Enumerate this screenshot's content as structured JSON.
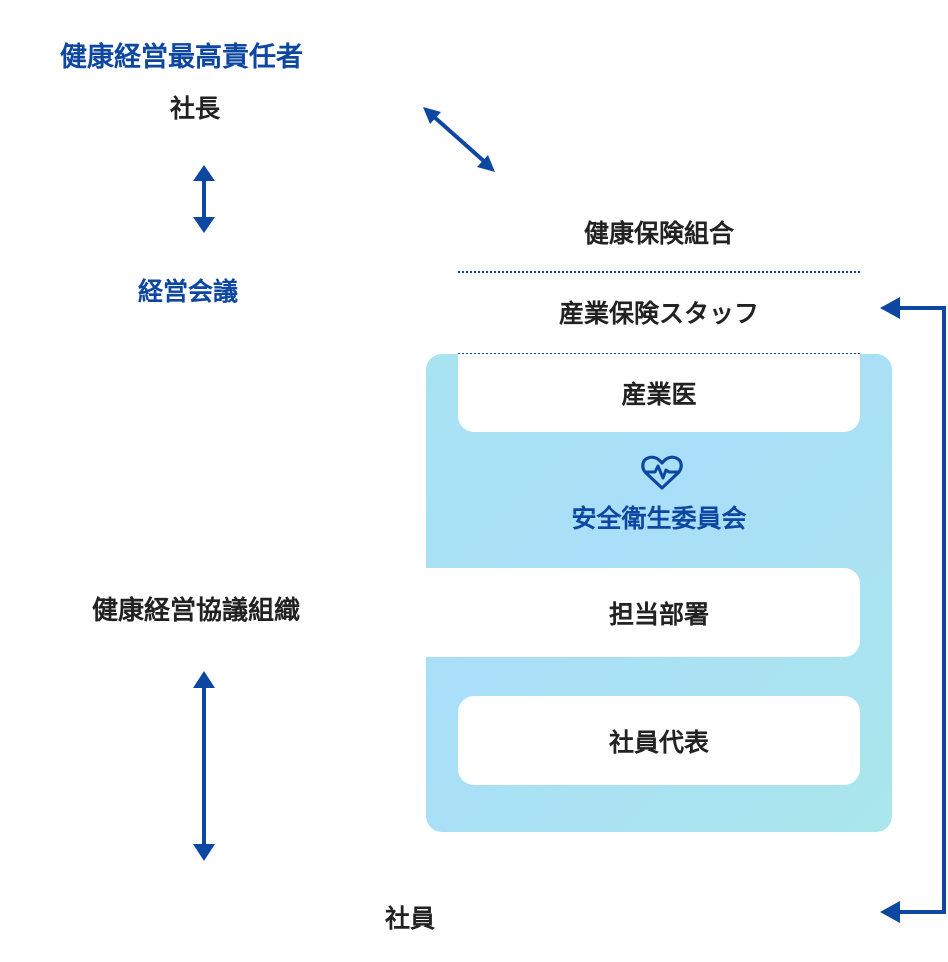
{
  "top": {
    "ceo_title": "健康経営最高責任者",
    "ceo_name": "社長",
    "management_meeting": "経営会議"
  },
  "left": {
    "organization": "健康経営協議組織"
  },
  "right": {
    "insurance_union": "健康保険組合",
    "industrial_staff": "産業保険スタッフ",
    "industrial_doctor": "産業医",
    "committee": "安全衛生委員会",
    "department": "担当部署",
    "employee_rep": "社員代表"
  },
  "bottom": {
    "employees": "社員"
  },
  "icons": {
    "committee_icon": "heart-pulse-icon",
    "arrows": [
      "bidirectional-arrow-icon",
      "bidirectional-arrow-icon",
      "bidirectional-arrow-icon",
      "loop-arrow-icon"
    ]
  },
  "colors": {
    "accent": "#0d47a1",
    "text": "#222222",
    "panel_from": "#a8e3f2",
    "panel_to": "#aae6ec",
    "box": "#ffffff"
  }
}
